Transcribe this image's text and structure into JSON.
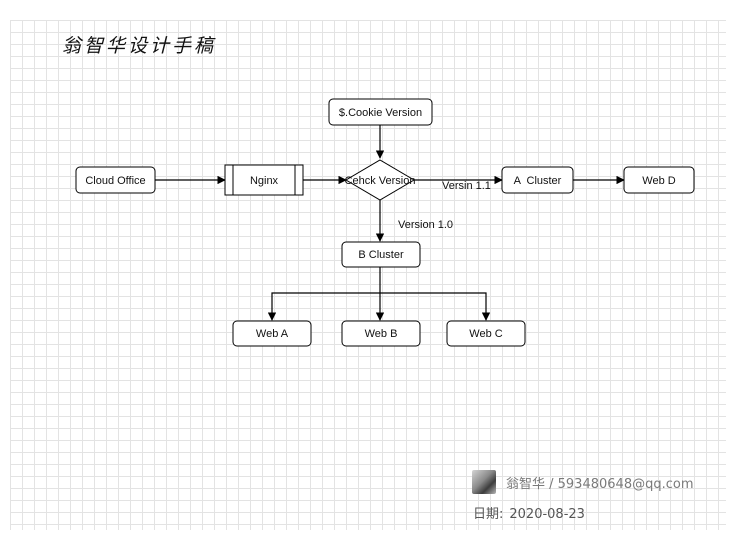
{
  "title": "翁智华设计手稿",
  "nodes": {
    "cookie_version": "$.Cookie Version",
    "cloud_office": "Cloud Office",
    "nginx": "Nginx",
    "check_version": "Cehck Version",
    "a_cluster": "A  Cluster",
    "web_d": "Web D",
    "b_cluster": "B Cluster",
    "web_a": "Web A",
    "web_b": "Web B",
    "web_c": "Web C"
  },
  "edges": {
    "version_1_1": "Versin 1.1",
    "version_1_0": "Version 1.0"
  },
  "footer": {
    "author": "翁智华 / 593480648@qq.com",
    "date_label": "日期:",
    "date_value": "2020-08-23"
  },
  "colors": {
    "stroke": "#000000",
    "grid": "#e3e3e3",
    "node_fill": "#ffffff",
    "author_text": "#7a7a7a"
  },
  "icons": {
    "avatar": "author-photo"
  }
}
